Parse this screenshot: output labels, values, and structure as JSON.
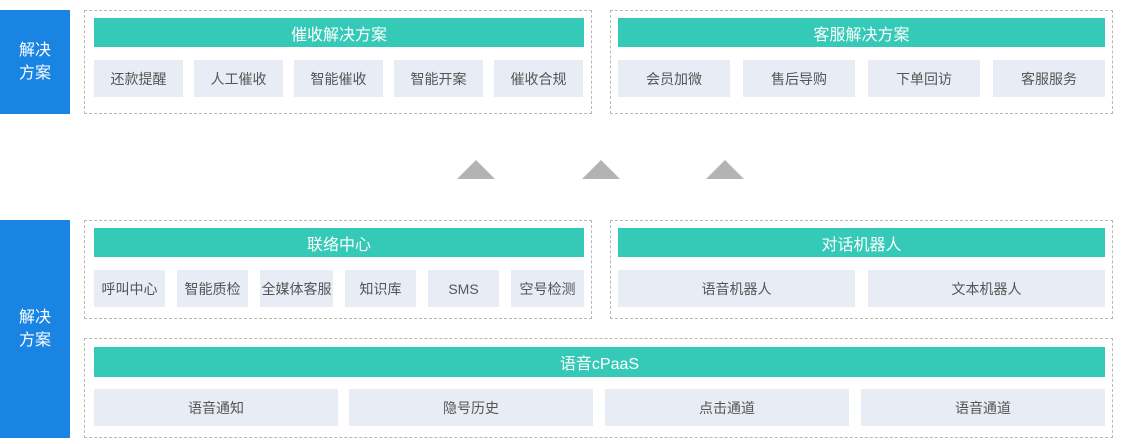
{
  "top": {
    "side_label": "解决方案",
    "collection": {
      "title": "催收解决方案",
      "items": [
        "还款提醒",
        "人工催收",
        "智能催收",
        "智能开案",
        "催收合规"
      ]
    },
    "service": {
      "title": "客服解决方案",
      "items": [
        "会员加微",
        "售后导购",
        "下单回访",
        "客服服务"
      ]
    }
  },
  "bottom": {
    "side_label": "解决方案",
    "contact_center": {
      "title": "联络中心",
      "items": [
        "呼叫中心",
        "智能质检",
        "全媒体客服",
        "知识库",
        "SMS",
        "空号检测"
      ]
    },
    "robot": {
      "title": "对话机器人",
      "items": [
        "语音机器人",
        "文本机器人"
      ]
    },
    "cpaas": {
      "title": "语音cPaaS",
      "items": [
        "语音通知",
        "隐号历史",
        "点击通道",
        "语音通道"
      ]
    }
  },
  "colors": {
    "side": "#1a84e3",
    "bar": "#35c9b7",
    "tile": "#e8edf5",
    "arrow": "#b3b3b3"
  }
}
